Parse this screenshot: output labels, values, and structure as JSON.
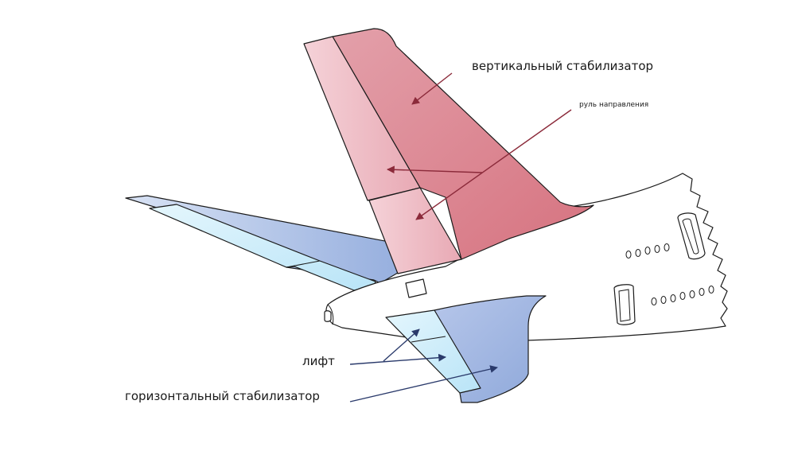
{
  "labels": {
    "vertical_stabilizer": "вертикальный стабилизатор",
    "rudder": "руль направления",
    "elevator": "лифт",
    "horizontal_stabilizer": "горизонтальный стабилизатор"
  },
  "colors": {
    "vertical_fin": "#d9828f",
    "rudder": "#f0c4cc",
    "horizontal_tail": "#a4b8e0",
    "elevator": "#ccecfa",
    "fuselage": "#ffffff",
    "arrow_red": "#8b2a3a",
    "arrow_blue": "#2a3a6b"
  }
}
